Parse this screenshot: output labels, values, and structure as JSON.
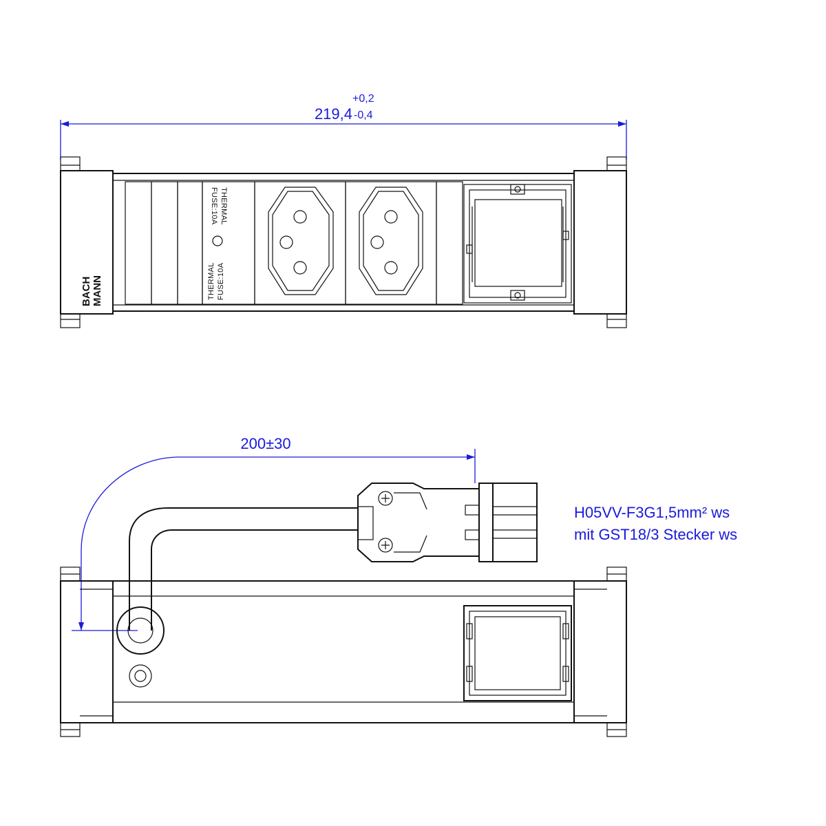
{
  "dimensions": {
    "overall_length": "219,4",
    "tolerance_plus": "+0,2",
    "tolerance_minus": "-0,4",
    "cable_length": "200±30"
  },
  "top_view": {
    "brand": {
      "line1": "BACH",
      "line2": "MANN"
    },
    "fuse_label_1": {
      "line1": "THERMAL",
      "line2": "FUSE:10A"
    },
    "fuse_label_2": {
      "line1": "THERMAL",
      "line2": "FUSE:10A"
    }
  },
  "cable_note": {
    "line1": "H05VV-F3G1,5mm² ws",
    "line2": "mit GST18/3  Stecker ws"
  },
  "colors": {
    "dimension": "#1a1adb",
    "outline": "#111111"
  }
}
